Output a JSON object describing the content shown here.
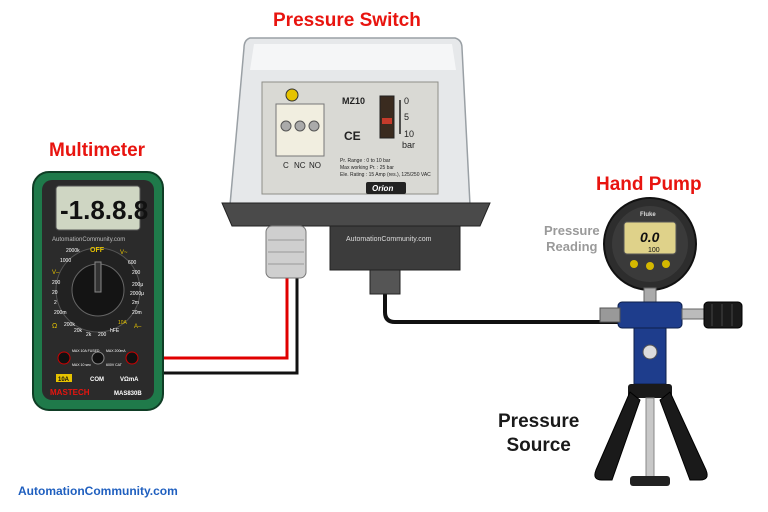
{
  "labels": {
    "pressure_switch": "Pressure Switch",
    "multimeter": "Multimeter",
    "hand_pump": "Hand Pump",
    "pressure_reading_line1": "Pressure",
    "pressure_reading_line2": "Reading",
    "pressure_source_line1": "Pressure",
    "pressure_source_line2": "Source",
    "footer": "AutomationCommunity.com"
  },
  "multimeter": {
    "display": "-1.8.8.8",
    "watermark": "AutomationCommunity.com",
    "brand": "MASTECH",
    "model": "MAS830B",
    "dial_off": "OFF",
    "dial_marks": [
      "V~",
      "600",
      "200",
      "V–",
      "1000",
      "200",
      "20",
      "2",
      "200m",
      "Ω",
      "200k",
      "20k",
      "2k",
      "200",
      "hFE",
      "A–",
      "10A",
      "2m",
      "20m",
      "200μ",
      "2000μ",
      "2000k"
    ],
    "jacks": [
      "10A",
      "COM",
      "VΩmA"
    ],
    "jack_notes": [
      "MAX 10A FUSED",
      "MAX 10 sec",
      "MAX 200mA",
      "600V CAT"
    ]
  },
  "pressure_switch": {
    "model": "MZ10",
    "scale": [
      "0",
      "5",
      "10"
    ],
    "scale_unit": "bar",
    "terminals": [
      "C",
      "NC",
      "NO"
    ],
    "ce_mark": "CE",
    "spec_lines": [
      "Pr. Range : 0 to 10 bar",
      "Max working Pr. : 25 bar",
      "Ele. Rating : 15 Amp (res.), 125/250 VAC"
    ],
    "brand": "Orion",
    "watermark": "AutomationCommunity.com"
  },
  "hand_pump": {
    "gauge_brand": "Fluke",
    "gauge_reading": "0.0",
    "gauge_secondary": "100"
  },
  "colors": {
    "label_red": "#e8140f",
    "footer_blue": "#1f5fbf",
    "meter_green": "#1f7a4a",
    "wire_red": "#e00000",
    "wire_black": "#111111"
  }
}
